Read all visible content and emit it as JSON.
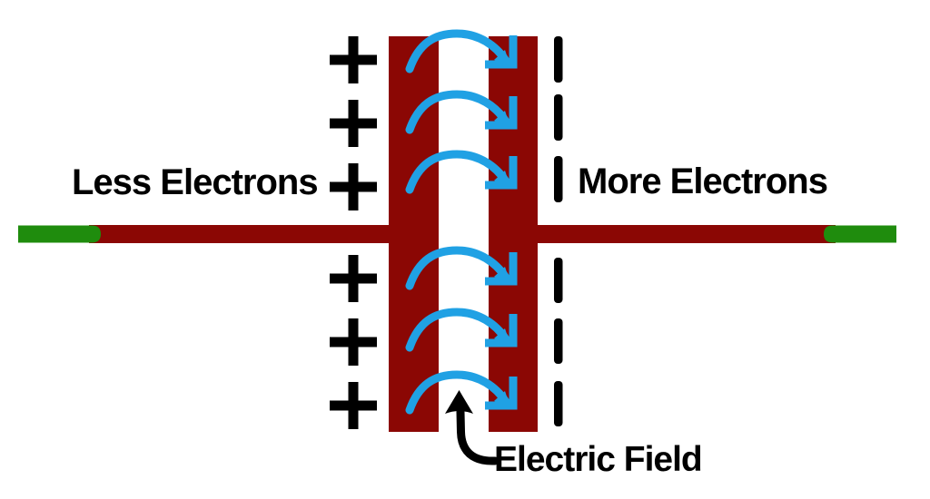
{
  "diagram": {
    "left_label": "Less Electrons",
    "right_label": "More Electrons",
    "field_label": "Electric Field",
    "counts": {
      "plus_signs": 6,
      "minus_dashes": 6,
      "field_arrows": 6
    },
    "colors": {
      "plate": "#8B0704",
      "wire": "#8B0704",
      "terminal": "#1F8C0D",
      "field_arrow": "#20A1E4",
      "ink": "#000000",
      "background": "#FFFFFF"
    }
  }
}
